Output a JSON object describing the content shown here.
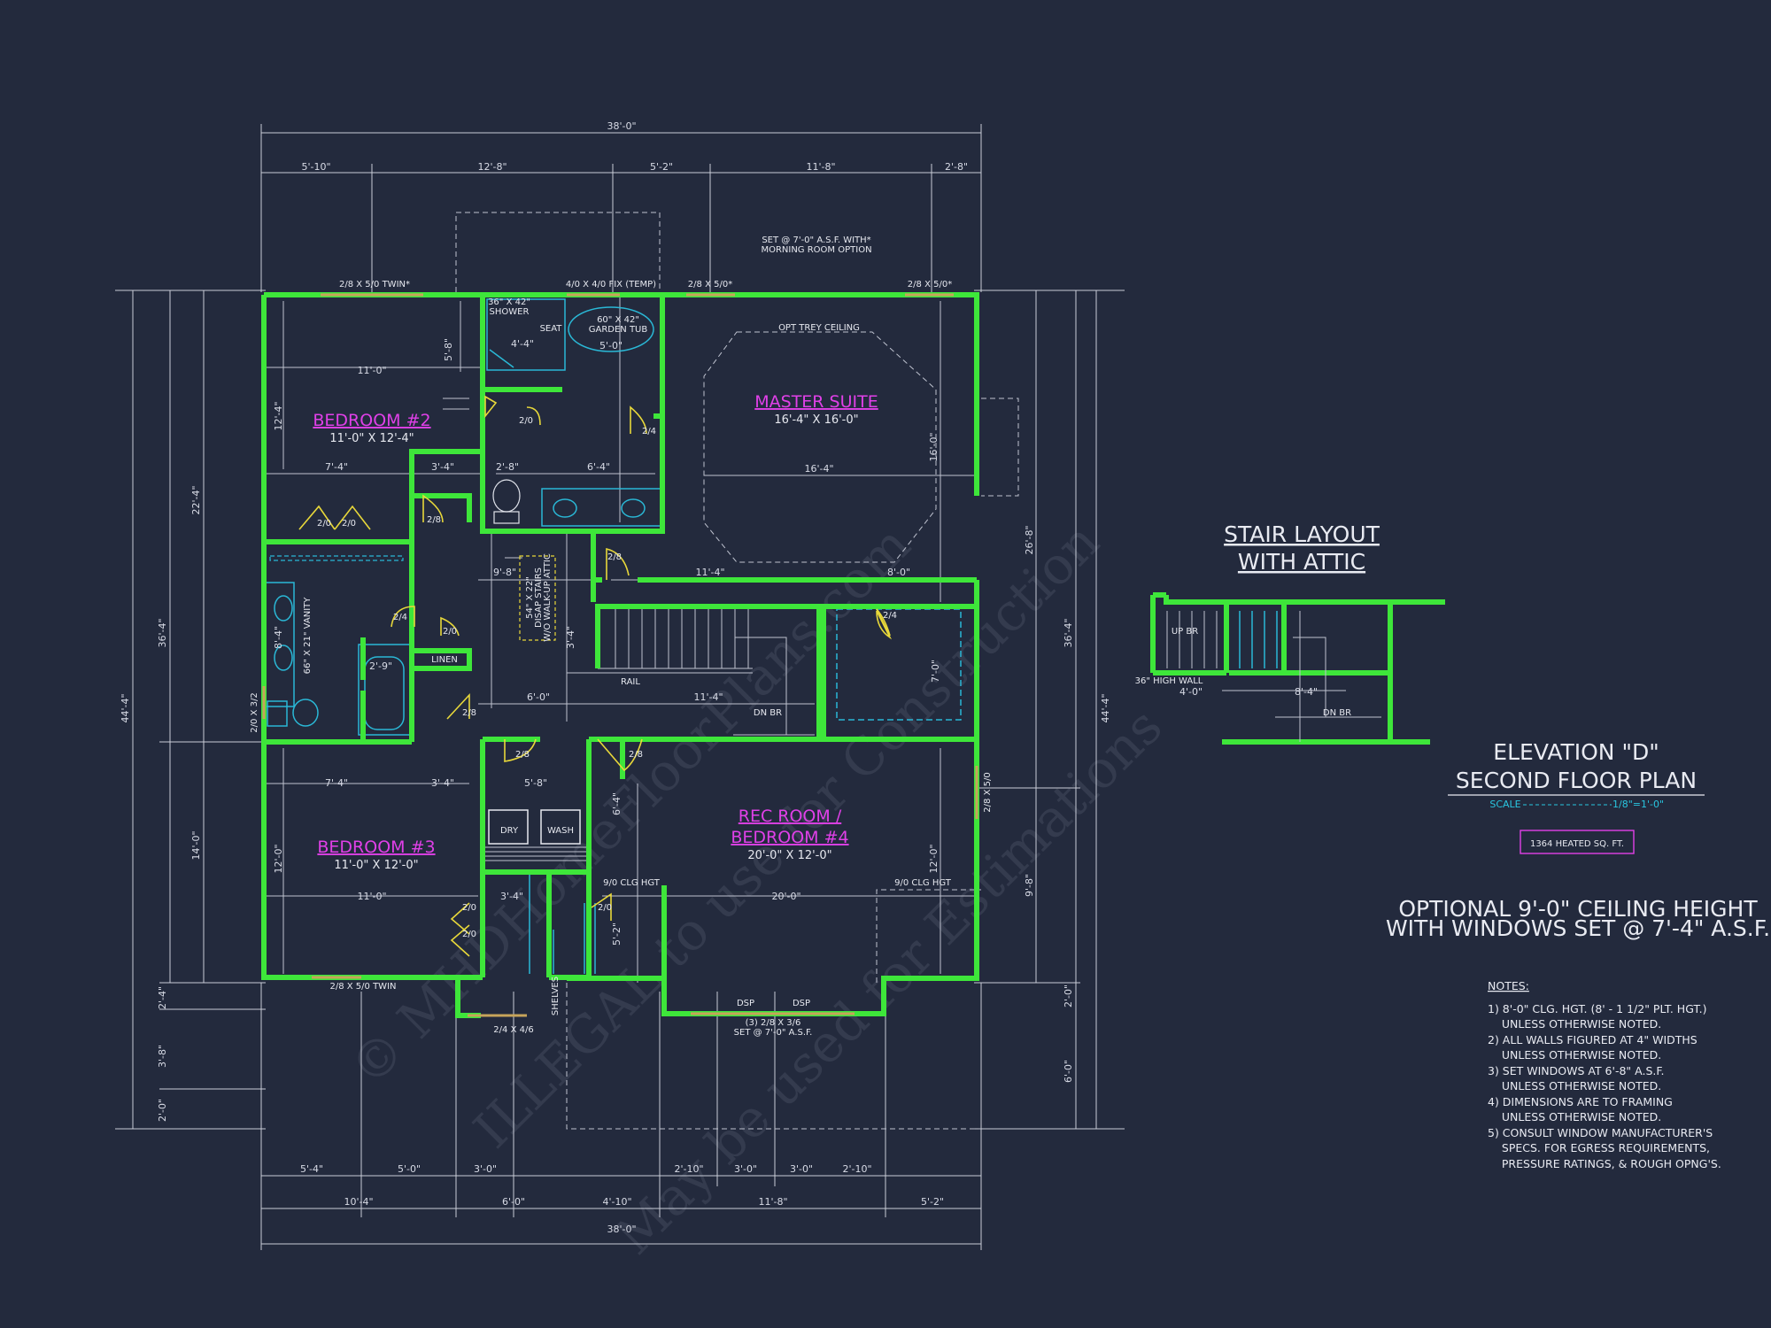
{
  "watermark": {
    "line1": "© MHDHomeFloorPlans.com",
    "line2": "ILLEGAL to use for Construction",
    "line3": "May be used for Estimations"
  },
  "dims": {
    "top_total": "38'-0\"",
    "top": [
      "5'-10\"",
      "12'-8\"",
      "5'-2\"",
      "11'-8\"",
      "2'-8\""
    ],
    "bottom_total": "38'-0\"",
    "bottom_a": [
      "5'-4\"",
      "5'-0\"",
      "3'-0\"",
      "2'-10\"",
      "3'-0\"",
      "3'-0\"",
      "2'-10\""
    ],
    "bottom_b": [
      "10'-4\"",
      "6'-0\"",
      "4'-10\"",
      "11'-8\"",
      "5'-2\""
    ],
    "left": [
      "44'-4\"",
      "36'-4\"",
      "22'-4\"",
      "14'-0\"",
      "2'-4\"",
      "3'-8\"",
      "2'-0\""
    ],
    "right": [
      "44'-4\"",
      "36'-4\"",
      "26'-8\"",
      "9'-8\"",
      "2'-0\"",
      "6'-0\""
    ]
  },
  "rooms": {
    "bed2": {
      "name": "BEDROOM #2",
      "size": "11'-0\" X 12'-4\""
    },
    "master": {
      "name": "MASTER SUITE",
      "size": "16'-4\" X 16'-0\""
    },
    "bed3": {
      "name": "BEDROOM #3",
      "size": "11'-0\" X 12'-0\""
    },
    "rec1": "REC ROOM /",
    "rec2": "BEDROOM #4",
    "rec_size": "20'-0\" X 12'-0\""
  },
  "labels": {
    "bay_note1": "SET @ 7'-0\" A.S.F. WITH*",
    "bay_note2": "MORNING ROOM OPTION",
    "win_bed2": "2/8 X 5/0 TWIN*",
    "win_bath": "4/0 X 4/0 FIX (TEMP)",
    "win_m1": "2/8 X 5/0*",
    "win_m2": "2/8 X 5/0*",
    "shower1": "36\" X 42\"",
    "shower2": "SHOWER",
    "seat": "SEAT",
    "tub1": "60\" X 42\"",
    "tub2": "GARDEN TUB",
    "tray": "OPT TREY CEILING",
    "vanity": "66\" X 21\" VANITY",
    "linen": "LINEN",
    "rail": "RAIL",
    "dn_br": "DN BR",
    "attic1": "54\" X 22\"",
    "attic2": "DISAP STAIRS",
    "attic3": "W/O WALK-UP ATTIC",
    "dry": "DRY",
    "wash": "WASH",
    "clg1": "9/0 CLG HGT",
    "clg2": "9/0 CLG HGT",
    "shelves": "SHELVES",
    "dsp1": "DSP",
    "dsp2": "DSP",
    "bay_win1": "(3) 2/8 X 3/6",
    "bay_win2": "SET @ 7'-0\" A.S.F.",
    "win_bed3": "2/8 X 5/0 TWIN",
    "win_bot": "2/4 X 4/6",
    "win_left": "2/0 X 3/2",
    "win_right": "2/8 X 5/0",
    "g1": "11'-0\"",
    "g2": "7'-4\"",
    "g3": "3'-4\"",
    "g4": "2'-8\"",
    "g5": "6'-4\"",
    "g6": "16'-4\"",
    "g7": "11'-4\"",
    "g8": "8'-0\"",
    "g9": "9'-8\"",
    "g10": "6'-0\"",
    "g11": "11'-4\"",
    "g12": "7'-4\"",
    "g13": "3'-4\"",
    "g14": "5'-8\"",
    "g15": "11'-0\"",
    "g16": "3'-4\"",
    "g17": "20'-0\"",
    "g18": "4'-4\"",
    "g19": "5'-0\"",
    "g20": "2'-9\"",
    "v1": "12'-4\"",
    "v2": "5'-8\"",
    "v3": "16'-0\"",
    "v4": "12'-0\"",
    "v5": "12'-0\"",
    "v6": "7'-0\"",
    "v7": "6'-4\"",
    "v8": "5'-2\"",
    "v9": "3'-4\"",
    "v10": "8'-4\"",
    "d1": "2/0",
    "d2": "2/0",
    "d3": "2/8",
    "d4": "2/4",
    "d5": "2/8",
    "d6": "2/4",
    "d7": "2/0",
    "d8": "2/8",
    "d9": "2/8",
    "d10": "2/8",
    "d11": "2/0",
    "d12": "2/0",
    "d13": "2/4",
    "d14": "2/0",
    "d15": "2/0"
  },
  "stair": {
    "title1": "STAIR LAYOUT",
    "title2": "WITH ATTIC",
    "up": "UP BR",
    "wall": "36\" HIGH WALL",
    "dim1": "4'-0\"",
    "dim2": "8'-4\"",
    "dn": "DN BR"
  },
  "plan_title": {
    "line1": "ELEVATION \"D\"",
    "line2": "SECOND FLOOR PLAN",
    "scale_label": "SCALE",
    "scale_value": "1/8\"=1'-0\"",
    "sqft": "1364 HEATED SQ. FT."
  },
  "optional": {
    "line1": "OPTIONAL 9'-0\" CEILING HEIGHT",
    "line2": "WITH WINDOWS SET @ 7'-4\" A.S.F."
  },
  "notes": {
    "heading": "NOTES:",
    "lines": [
      "1) 8'-0\" CLG. HGT. (8' - 1 1/2\" PLT. HGT.)",
      "    UNLESS OTHERWISE NOTED.",
      "2) ALL WALLS FIGURED AT 4\" WIDTHS",
      "    UNLESS OTHERWISE NOTED.",
      "3) SET WINDOWS AT 6'-8\" A.S.F.",
      "    UNLESS OTHERWISE NOTED.",
      "4) DIMENSIONS ARE TO FRAMING",
      "    UNLESS OTHERWISE NOTED.",
      "5) CONSULT WINDOW MANUFACTURER'S",
      "    SPECS. FOR EGRESS REQUIREMENTS,",
      "    PRESSURE RATINGS, & ROUGH OPNG'S."
    ]
  }
}
